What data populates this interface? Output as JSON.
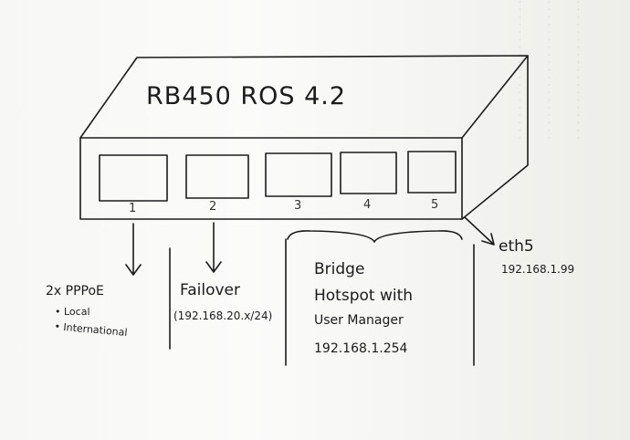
{
  "device": {
    "title": "RB450 ROS 4.2",
    "ports": [
      "1",
      "2",
      "3",
      "4",
      "5"
    ]
  },
  "labels": {
    "pppoe": {
      "heading": "2x PPPoE",
      "items": [
        "Local",
        "International"
      ]
    },
    "failover": {
      "heading": "Failover",
      "subnet": "(192.168.20.x/24)"
    },
    "bridge": {
      "line1": "Bridge",
      "line2": "Hotspot with",
      "line3": "User Manager",
      "ip": "192.168.1.254"
    },
    "eth5": {
      "name": "eth5",
      "ip": "192.168.1.99"
    }
  }
}
